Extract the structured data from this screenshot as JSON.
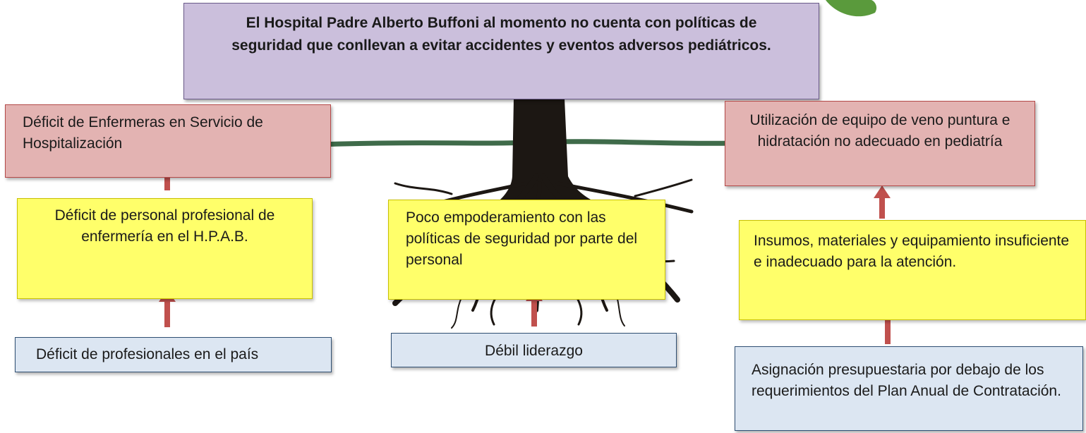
{
  "problem": {
    "text": "El Hospital Padre Alberto Buffoni al momento no cuenta con políticas de seguridad que conllevan a evitar accidentes y eventos adversos pediátricos."
  },
  "effects": [
    {
      "text": "Déficit de Enfermeras en Servicio de  Hospitalización"
    },
    {
      "text": "Utilización de equipo de veno puntura e hidratación no adecuado en pediatría"
    }
  ],
  "causes": [
    {
      "text": "Déficit de personal profesional de enfermería en el H.P.A.B."
    },
    {
      "text": "Poco empoderamiento con las políticas de seguridad por parte del personal"
    },
    {
      "text": "Insumos, materiales y equipamiento insuficiente e inadecuado para la atención."
    }
  ],
  "root_causes": [
    {
      "text": "Déficit de profesionales en el país"
    },
    {
      "text": "Débil liderazgo"
    },
    {
      "text": "Asignación presupuestaria por debajo de los requerimientos del Plan Anual de Contratación."
    }
  ],
  "colors": {
    "problem_fill": "#cbbfdc",
    "effect_fill": "#e3b3b2",
    "cause_fill": "#ffff6a",
    "root_fill": "#dce6f2",
    "arrow": "#c0504d",
    "tree": "#1c1713",
    "branch": "#3f6b4a",
    "leaf": "#5a9a3c"
  }
}
